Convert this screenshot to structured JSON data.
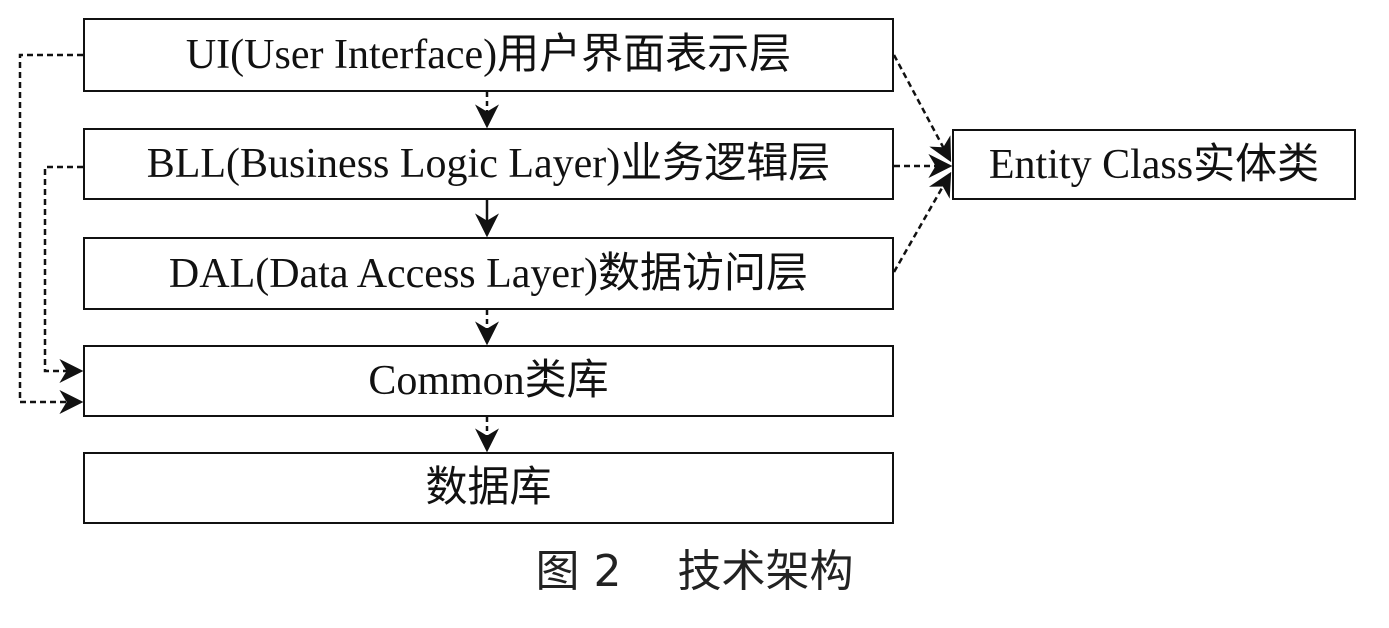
{
  "diagram": {
    "layers": {
      "ui": "UI(User Interface)用户界面表示层",
      "bll": "BLL(Business Logic Layer)业务逻辑层",
      "dal": "DAL(Data Access Layer)数据访问层",
      "common": "Common类库",
      "database": "数据库"
    },
    "entity": "Entity Class实体类",
    "caption": "图 2    技术架构"
  }
}
